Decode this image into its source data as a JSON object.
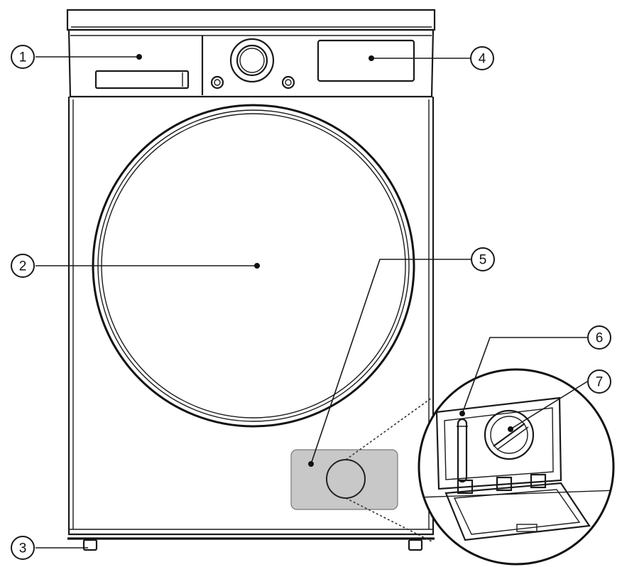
{
  "diagram": {
    "callouts": [
      {
        "id": "callout-1",
        "number": "1"
      },
      {
        "id": "callout-2",
        "number": "2"
      },
      {
        "id": "callout-3",
        "number": "3"
      },
      {
        "id": "callout-4",
        "number": "4"
      },
      {
        "id": "callout-5",
        "number": "5"
      },
      {
        "id": "callout-6",
        "number": "6"
      },
      {
        "id": "callout-7",
        "number": "7"
      }
    ],
    "colors": {
      "line": "#1a1a1a",
      "filter_panel_fill": "#c8c8c8",
      "background": "#ffffff"
    }
  }
}
